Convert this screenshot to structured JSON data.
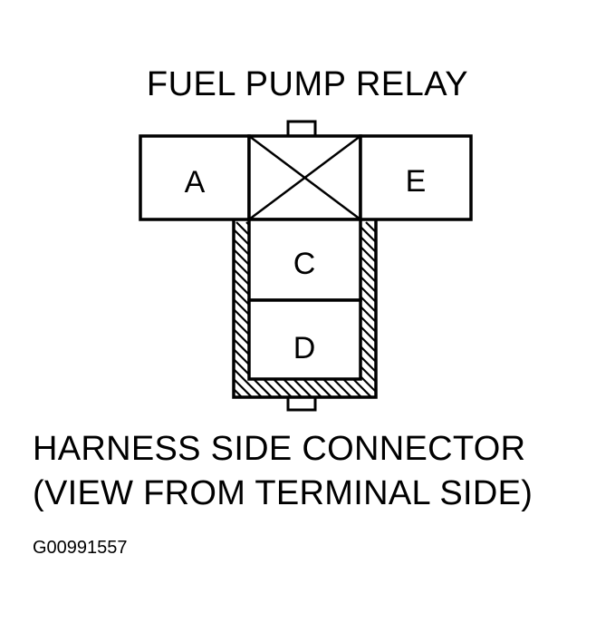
{
  "title": "FUEL PUMP RELAY",
  "caption": {
    "line1": "HARNESS SIDE CONNECTOR",
    "line2": "(VIEW FROM TERMINAL SIDE)"
  },
  "figure_id": "G00991557",
  "terminals": {
    "a": "A",
    "c": "C",
    "d": "D",
    "e": "E"
  },
  "colors": {
    "line": "#000000",
    "background": "#ffffff"
  }
}
